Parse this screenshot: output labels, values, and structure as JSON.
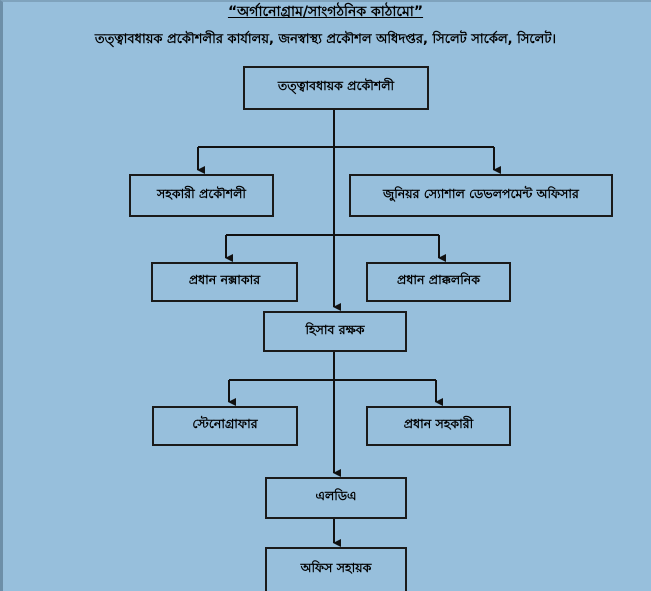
{
  "header": {
    "title": "“অর্গানোগ্রাম/সাংগঠনিক কাঠামো”",
    "subtitle": "তত্ত্বাবধায়ক প্রকৌশলীর কার্যালয়, জনস্বাস্থ্য প্রকৌশল অধিদপ্তর, সিলেট সার্কেল, সিলেট।"
  },
  "nodes": {
    "superintending_engineer": "তত্ত্বাবধায়ক প্রকৌশলী",
    "assistant_engineer": "সহকারী প্রকৌশলী",
    "junior_social_dev_officer": "জুনিয়র স্যোশাল ডেভলপমেন্ট অফিসার",
    "chief_draftsman": "প্রধান নক্সাকার",
    "chief_estimator": "প্রধান প্রাক্কলনিক",
    "accountant": "হিসাব রক্ষক",
    "stenographer": "স্টেনোগ্রাফার",
    "chief_assistant": "প্রধান সহকারী",
    "ldi": "এলডিএ",
    "office_assistant": "অফিস সহায়ক"
  }
}
